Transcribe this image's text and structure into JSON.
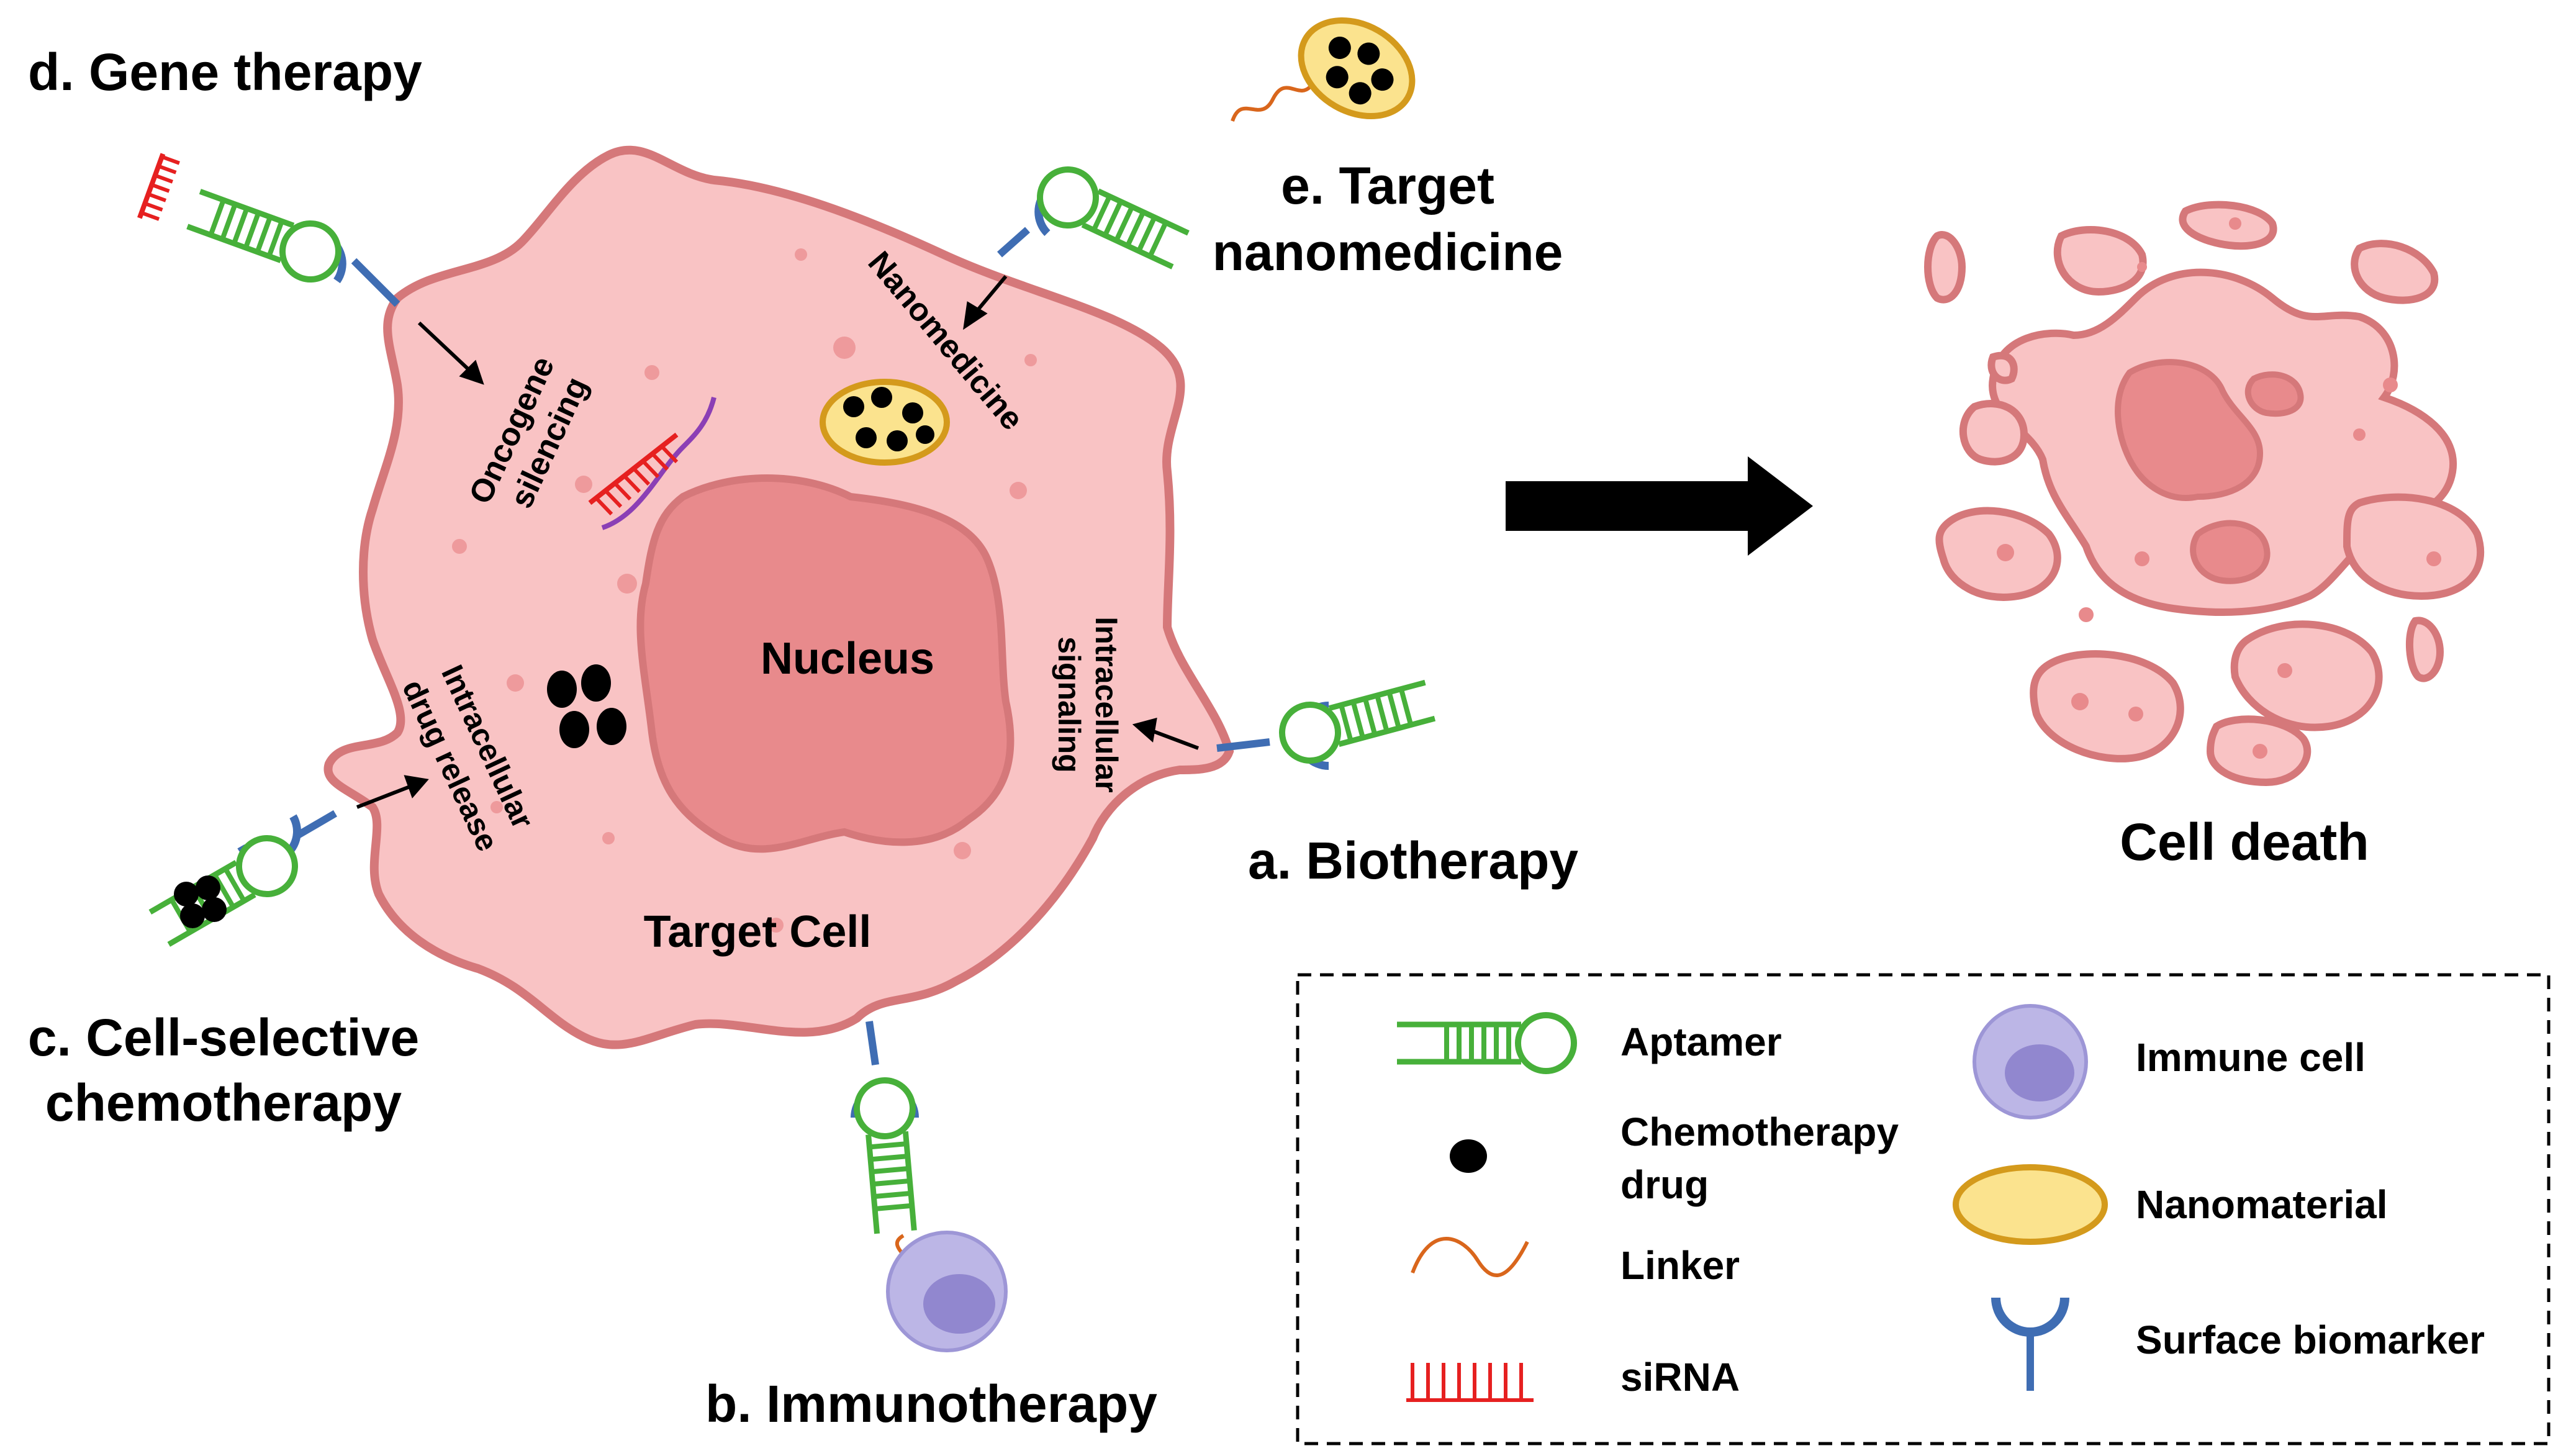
{
  "labels": {
    "gene_therapy": "d. Gene therapy",
    "target_nanomedicine_1": "e. Target",
    "target_nanomedicine_2": "nanomedicine",
    "biotherapy": "a. Biotherapy",
    "immunotherapy": "b. Immunotherapy",
    "chemo_1": "c. Cell-selective",
    "chemo_2": "chemotherapy",
    "cell_death": "Cell death"
  },
  "cell": {
    "nucleus": "Nucleus",
    "target_cell": "Target Cell",
    "nanomedicine": "Nanomedicine",
    "oncogene_1": "Oncogene",
    "oncogene_2": "silencing",
    "intracellular_signaling_1": "Intracellular",
    "intracellular_signaling_2": "signaling",
    "drug_release_1": "Intracellular",
    "drug_release_2": "drug release"
  },
  "legend": {
    "aptamer": "Aptamer",
    "chemo_drug_1": "Chemotherapy",
    "chemo_drug_2": "drug",
    "linker": "Linker",
    "sirna": "siRNA",
    "immune_cell": "Immune cell",
    "nanomaterial": "Nanomaterial",
    "surface_biomarker": "Surface biomarker"
  },
  "colors": {
    "cell_fill": "#f9c3c4",
    "cell_stroke": "#d5787a",
    "nucleus_fill": "#e88a8c",
    "aptamer_green": "#47b03a",
    "biomarker_blue": "#3f6db3",
    "sirna_red": "#e62020",
    "mrna_purple": "#8b3fb5",
    "nanomaterial_fill": "#fbe38e",
    "nanomaterial_stroke": "#d49a1c",
    "immune_fill": "#bcb6e6",
    "linker_orange": "#d9661c"
  }
}
